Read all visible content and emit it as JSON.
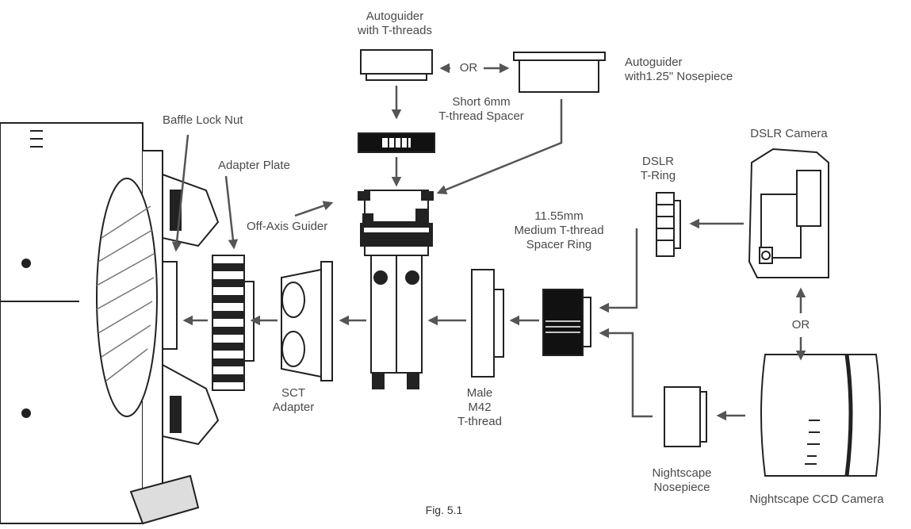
{
  "labels": {
    "autoguider_t": [
      "Autoguider",
      "with T-threads"
    ],
    "or_top": "OR",
    "autoguider_nose": [
      "Autoguider",
      "with1.25\" Nosepiece"
    ],
    "short_spacer": [
      "Short 6mm",
      "T-thread Spacer"
    ],
    "baffle_nut": "Baffle Lock Nut",
    "adapter_plate": "Adapter Plate",
    "off_axis": "Off-Axis Guider",
    "medium_spacer": [
      "11.55mm",
      "Medium T-thread",
      "Spacer Ring"
    ],
    "dslr_ring": [
      "DSLR",
      "T-Ring"
    ],
    "dslr_camera": "DSLR Camera",
    "or_right": "OR",
    "sct_adapter": [
      "SCT",
      "Adapter"
    ],
    "male_m42": [
      "Male",
      "M42",
      "T-thread"
    ],
    "nightscape_nose": [
      "Nightscape",
      "Nosepiece"
    ],
    "nightscape_ccd": "Nightscape CCD Camera",
    "figure": "Fig. 5.1"
  }
}
